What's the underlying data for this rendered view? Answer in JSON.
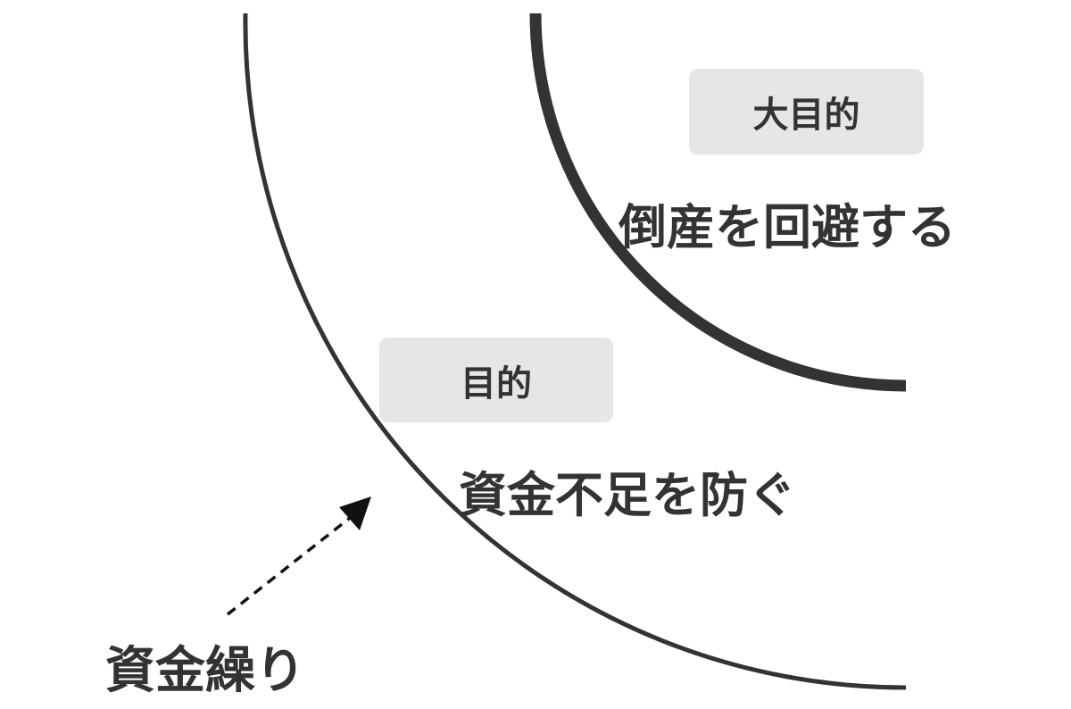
{
  "major_goal": {
    "label": "大目的",
    "text": "倒産を回避する"
  },
  "goal": {
    "label": "目的",
    "text": "資金不足を防ぐ"
  },
  "means": {
    "text": "資金繰り"
  },
  "colors": {
    "ink": "#333333",
    "badge_bg": "#e6e6e6"
  }
}
